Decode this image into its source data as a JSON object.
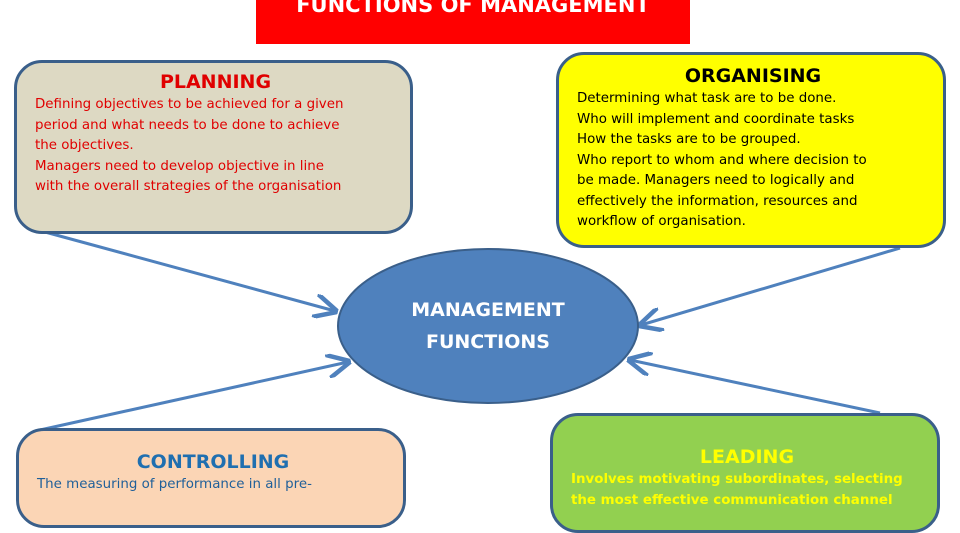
{
  "title": "FUNCTIONS OF MANAGEMENT",
  "center": {
    "line1": "MANAGEMENT",
    "line2": "FUNCTIONS"
  },
  "planning": {
    "heading": "PLANNING",
    "text": "Defining objectives to be achieved for a given\nperiod and what needs to be done to achieve\nthe objectives.\nManagers need  to develop objective in line\nwith the overall strategies of the organisation"
  },
  "organising": {
    "heading": "ORGANISING",
    "text": "Determining what task are to be done.\nWho will implement and coordinate tasks\nHow the tasks are to be grouped.\nWho report to whom and where decision to\nbe made. Managers need to logically and\neffectively the information, resources and\nworkflow of organisation."
  },
  "controlling": {
    "heading": "CONTROLLING",
    "text": "The measuring of performance  in all pre-"
  },
  "leading": {
    "heading": "LEADING",
    "text": "Involves motivating subordinates, selecting\nthe most effective communication channel"
  },
  "colors": {
    "title": "#ff0000",
    "planning": "#ddd9c3",
    "organising": "#ffff00",
    "controlling": "#fbd5b5",
    "leading": "#92d050",
    "ellipse": "#4f81bd",
    "arrow": "#4f81bd"
  }
}
